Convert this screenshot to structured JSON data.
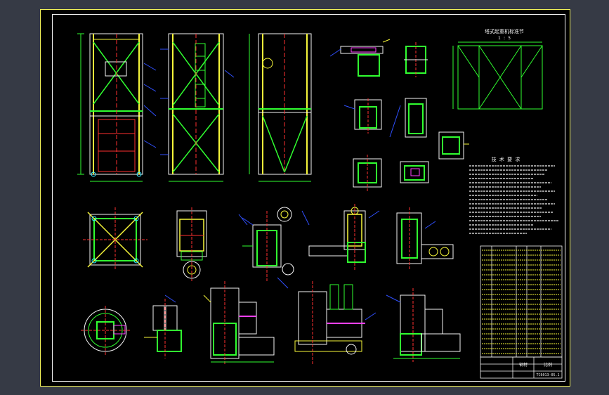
{
  "drawing": {
    "background_color": "#363a45",
    "sheet_color": "#000000",
    "colors": {
      "frame": "#f2f25a",
      "outline": "#f5f5f5",
      "red": "#ff3030",
      "green": "#30ff30",
      "cyan": "#30e8ff",
      "blue": "#3050ff",
      "yellow": "#f7f73a",
      "magenta": "#ff40ff"
    },
    "inset_title_line1": "塔式起重机标准节",
    "inset_title_line2": "1 : 5",
    "tech_req_title": "技 术 要 求",
    "title_block": {
      "material": "钢材",
      "scale": "比例",
      "drawing_no": "TC6013-05.1"
    }
  }
}
